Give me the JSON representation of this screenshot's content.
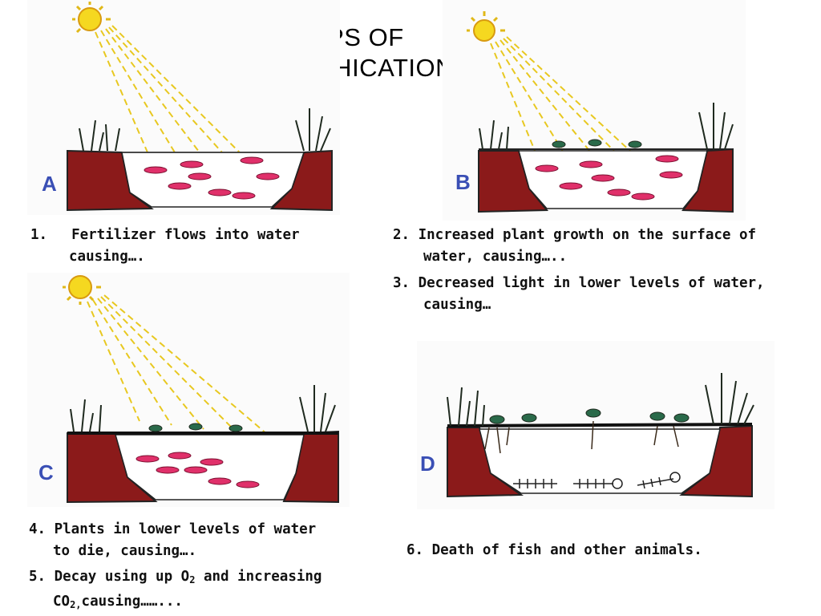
{
  "title": {
    "line1": "STEPS OF",
    "line2": "EUTROPHICATION"
  },
  "panels": [
    {
      "label": "A"
    },
    {
      "label": "B"
    },
    {
      "label": "C"
    },
    {
      "label": "D"
    }
  ],
  "steps": {
    "step1": {
      "num": "1.",
      "line1": "Fertilizer flows into water",
      "line2": "causing…."
    },
    "step2": {
      "line1": "2. Increased plant growth on the surface of",
      "line2": "water, causing….."
    },
    "step3": {
      "line1": "3. Decreased light in lower levels of water,",
      "line2": "causing…"
    },
    "step4": {
      "line1": "4. Plants in lower levels of water",
      "line2": "to die, causing…."
    },
    "step5": {
      "line1a": "5. Decay using up O",
      "line1sub": "2",
      "line1b": " and increasing",
      "line2a": "CO",
      "line2sub": "2,",
      "line2b": "causing……..."
    },
    "step6": {
      "line1": "6. Death of fish and other animals."
    }
  },
  "colors": {
    "soil": "#8b1a1a",
    "sun": "#f2d21a",
    "fish": "#e0306a",
    "label": "#3a4fb5",
    "plant": "#1f2a1f"
  }
}
